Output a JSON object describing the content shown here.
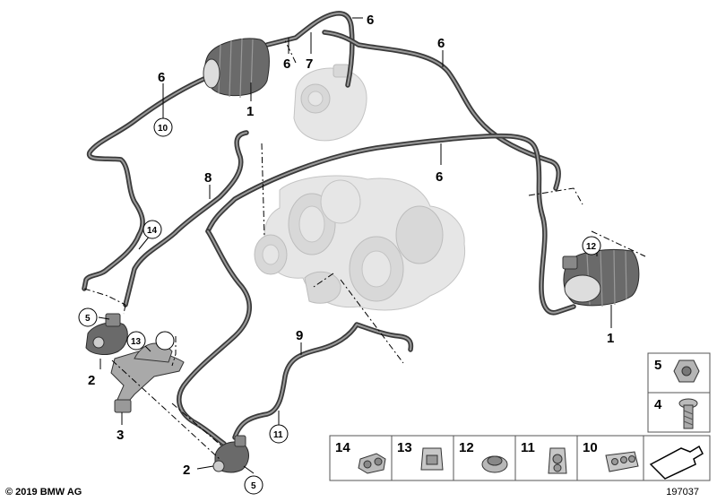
{
  "callouts": {
    "c1_top": "1",
    "c1_right": "1",
    "c2_left": "2",
    "c2_bottom": "2",
    "c3": "3",
    "c4": "4",
    "c5_left": "5",
    "c5_bottom": "5",
    "c6_top": "6",
    "c6_mid": "6",
    "c6_upper_right": "6",
    "c6_right": "6",
    "c6_left": "6",
    "c7": "7",
    "c8": "8",
    "c9": "9",
    "c10": "10",
    "c11": "11",
    "c12": "12",
    "c13": "13",
    "c14": "14"
  },
  "legend": {
    "side": [
      {
        "number": "5",
        "part": "nut"
      },
      {
        "number": "4",
        "part": "screw"
      }
    ],
    "bottom": [
      {
        "number": "14",
        "part": "double-clip"
      },
      {
        "number": "13",
        "part": "clip-nut"
      },
      {
        "number": "12",
        "part": "grommet"
      },
      {
        "number": "11",
        "part": "hose-clip"
      },
      {
        "number": "10",
        "part": "multi-clip"
      },
      {
        "number": "",
        "part": "direction-arrow"
      }
    ]
  },
  "footer": {
    "copyright": "© 2019 BMW AG",
    "diagram_number": "197037"
  }
}
